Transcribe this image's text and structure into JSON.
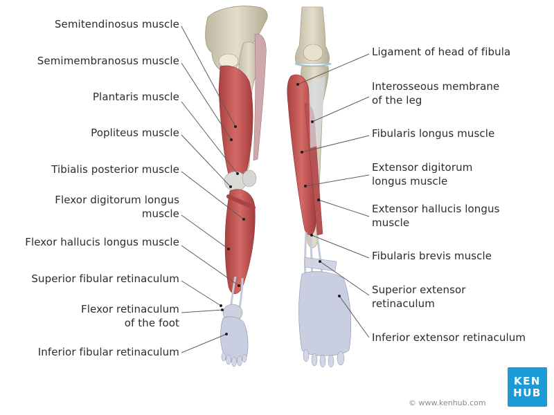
{
  "colors": {
    "text": "#2b2b2b",
    "leader": "#5a5a5a",
    "dot": "#1e1e1e",
    "muscle": "#c8575a",
    "muscle_dark": "#9c3a3e",
    "bone": "#d8d2bf",
    "bone_shade": "#b9b19a",
    "tendon": "#c9cfe0",
    "brand": "#1a9bd7"
  },
  "left_labels": [
    {
      "lines": [
        "Semitendinosus muscle"
      ]
    },
    {
      "lines": [
        "Semimembranosus muscle"
      ]
    },
    {
      "lines": [
        "Plantaris muscle"
      ]
    },
    {
      "lines": [
        "Popliteus muscle"
      ]
    },
    {
      "lines": [
        "Tibialis posterior muscle"
      ]
    },
    {
      "lines": [
        "Flexor digitorum longus",
        "muscle"
      ]
    },
    {
      "lines": [
        "Flexor hallucis longus muscle"
      ]
    },
    {
      "lines": [
        "Superior fibular retinaculum"
      ]
    },
    {
      "lines": [
        "Flexor retinaculum",
        "of the foot"
      ]
    },
    {
      "lines": [
        "Inferior fibular retinaculum"
      ]
    }
  ],
  "right_labels": [
    {
      "lines": [
        "Ligament of head of fibula"
      ]
    },
    {
      "lines": [
        "Interosseous membrane",
        "of the leg"
      ]
    },
    {
      "lines": [
        "Fibularis longus muscle"
      ]
    },
    {
      "lines": [
        "Extensor digitorum",
        "longus muscle"
      ]
    },
    {
      "lines": [
        "Extensor hallucis longus",
        "muscle"
      ]
    },
    {
      "lines": [
        "Fibularis brevis muscle"
      ]
    },
    {
      "lines": [
        "Superior extensor",
        "retinaculum"
      ]
    },
    {
      "lines": [
        "Inferior extensor retinaculum"
      ]
    }
  ],
  "logo": {
    "line1": "KEN",
    "line2": "HUB"
  },
  "copyright": "© www.kenhub.com"
}
